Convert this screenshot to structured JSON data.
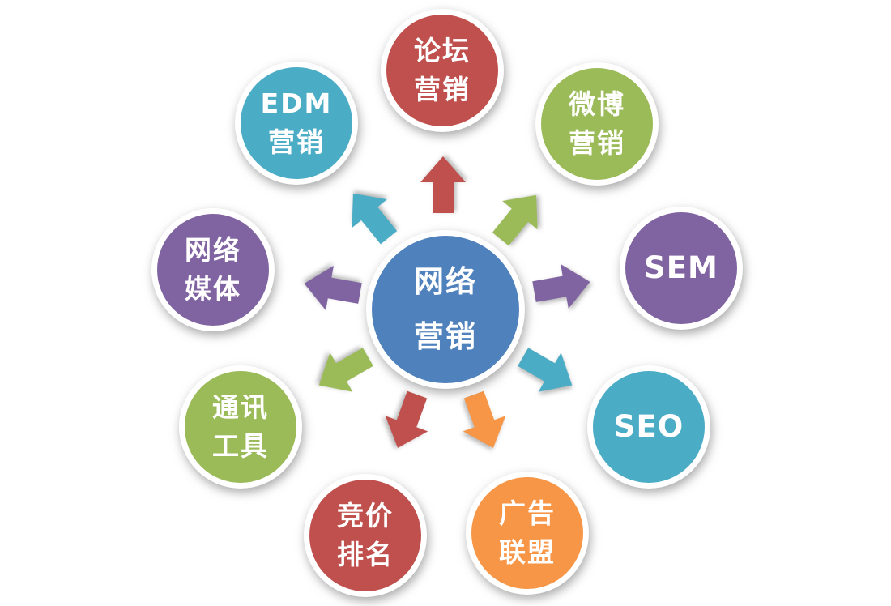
{
  "center": {
    "label": "网络\n营销",
    "color": "#4f81bd"
  },
  "nodes": [
    {
      "label": "论坛\n营销",
      "color": "#c0504d"
    },
    {
      "label": "EDM\n营销",
      "color": "#4bacc6"
    },
    {
      "label": "微博\n营销",
      "color": "#9bbb59"
    },
    {
      "label": "网络\n媒体",
      "color": "#8064a2"
    },
    {
      "label": "SEM",
      "color": "#8064a2"
    },
    {
      "label": "通讯\n工具",
      "color": "#9bbb59"
    },
    {
      "label": "SEO",
      "color": "#4bacc6"
    },
    {
      "label": "竞价\n排名",
      "color": "#c0504d"
    },
    {
      "label": "广告\n联盟",
      "color": "#f79646"
    }
  ],
  "arrows": [
    {
      "name": "arrow-to-forum",
      "color": "#c0504d"
    },
    {
      "name": "arrow-to-edm",
      "color": "#4bacc6"
    },
    {
      "name": "arrow-to-weibo",
      "color": "#9bbb59"
    },
    {
      "name": "arrow-to-media",
      "color": "#8064a2"
    },
    {
      "name": "arrow-to-sem",
      "color": "#8064a2"
    },
    {
      "name": "arrow-to-tools",
      "color": "#9bbb59"
    },
    {
      "name": "arrow-to-seo",
      "color": "#4bacc6"
    },
    {
      "name": "arrow-to-bidding",
      "color": "#c0504d"
    },
    {
      "name": "arrow-to-ads",
      "color": "#f79646"
    }
  ]
}
